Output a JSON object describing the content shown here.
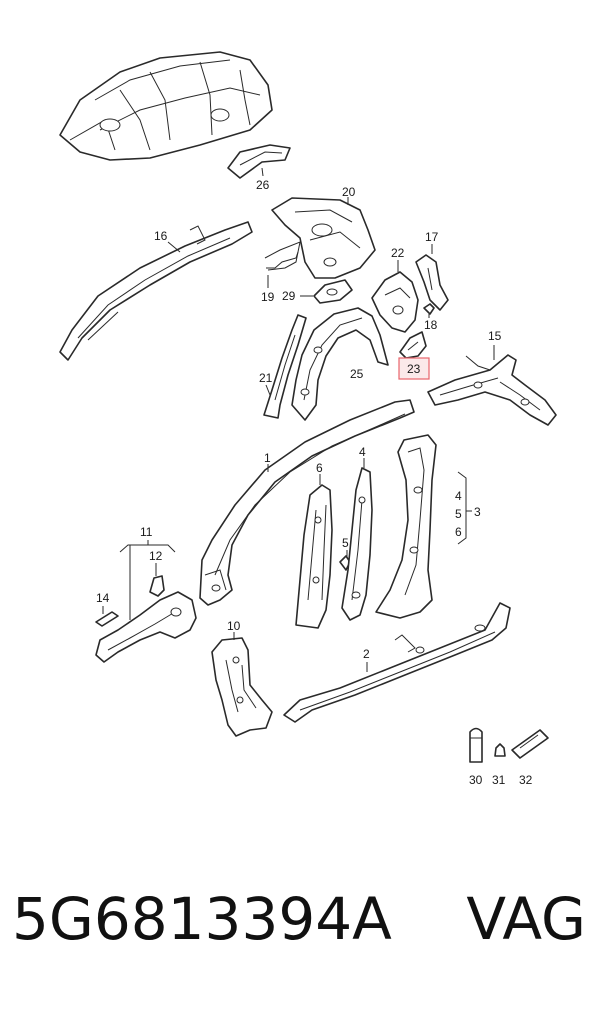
{
  "diagram": {
    "callouts": {
      "c1": "1",
      "c2": "2",
      "c3": "3",
      "c4": "4",
      "c4b": "4",
      "c5": "5",
      "c5b": "5",
      "c6": "6",
      "c6b": "6",
      "c10": "10",
      "c11": "11",
      "c12": "12",
      "c14": "14",
      "c15": "15",
      "c16": "16",
      "c17": "17",
      "c18": "18",
      "c19": "19",
      "c20": "20",
      "c21": "21",
      "c22": "22",
      "c23": "23",
      "c25": "25",
      "c26": "26",
      "c29": "29",
      "c30": "30",
      "c31": "31",
      "c32": "32"
    },
    "highlight_color": "#e8646b"
  },
  "footer": {
    "part_number": "5G6813394A",
    "brand": "VAG"
  }
}
